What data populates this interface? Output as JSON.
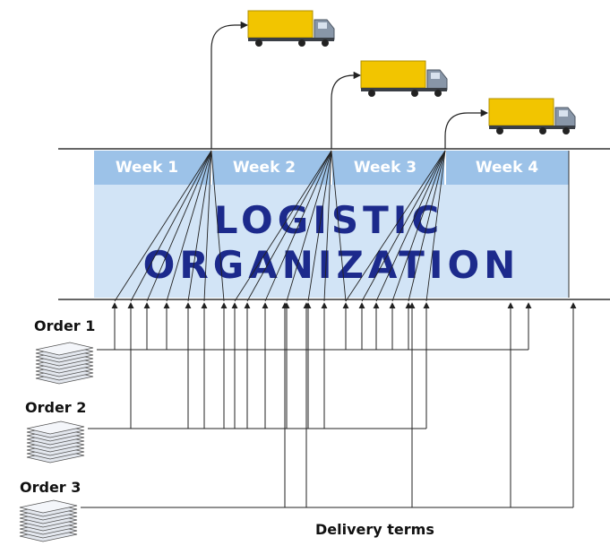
{
  "weeks": [
    "Week 1",
    "Week 2",
    "Week 3",
    "Week 4"
  ],
  "title": {
    "line1": "LOGISTIC",
    "line2": "ORGANIZATION"
  },
  "orders": [
    "Order 1",
    "Order 2",
    "Order 3"
  ],
  "delivery_label": "Delivery terms",
  "colors": {
    "band": "#d2e4f6",
    "week_header": "#9cc2e8",
    "title": "#1c2a8c",
    "truck_body": "#f2c500",
    "truck_cab": "#8896a8",
    "line": "#222222"
  },
  "icons": [
    "truck-icon",
    "paper-stack-icon"
  ]
}
